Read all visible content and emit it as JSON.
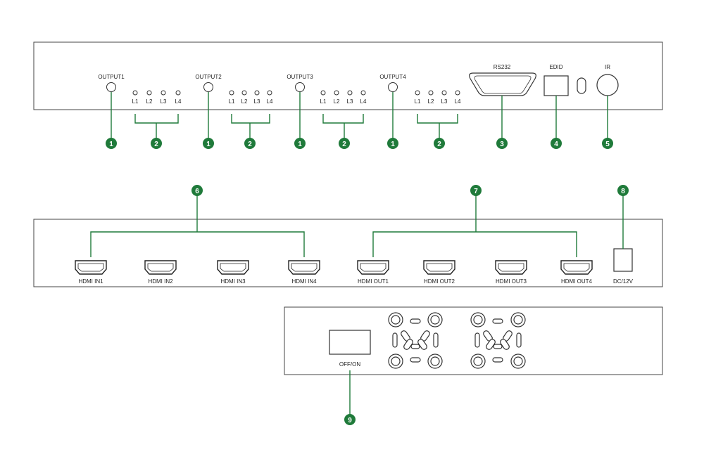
{
  "colors": {
    "callout": "#1f7a3a",
    "outline": "#444444",
    "panel_fill": "#ffffff"
  },
  "front_panel": {
    "outputs": [
      {
        "label": "OUTPUT1",
        "leds": [
          "L1",
          "L2",
          "L3",
          "L4"
        ]
      },
      {
        "label": "OUTPUT2",
        "leds": [
          "L1",
          "L2",
          "L3",
          "L4"
        ]
      },
      {
        "label": "OUTPUT3",
        "leds": [
          "L1",
          "L2",
          "L3",
          "L4"
        ]
      },
      {
        "label": "OUTPUT4",
        "leds": [
          "L1",
          "L2",
          "L3",
          "L4"
        ]
      }
    ],
    "rs232_label": "RS232",
    "edid_label": "EDID",
    "ir_label": "IR"
  },
  "rear_panel": {
    "inputs": [
      "HDMI IN1",
      "HDMI IN2",
      "HDMI IN3",
      "HDMI IN4"
    ],
    "outputs": [
      "HDMI OUT1",
      "HDMI OUT2",
      "HDMI OUT3",
      "HDMI OUT4"
    ],
    "power_label": "DC/12V"
  },
  "bottom_panel": {
    "switch_label": "OFF/ON",
    "fan_icon": "fan-icon"
  },
  "callouts": {
    "output_button": "1",
    "output_leds": "2",
    "rs232": "3",
    "edid": "4",
    "ir": "5",
    "hdmi_inputs": "6",
    "hdmi_outputs": "7",
    "power": "8",
    "switch": "9"
  }
}
